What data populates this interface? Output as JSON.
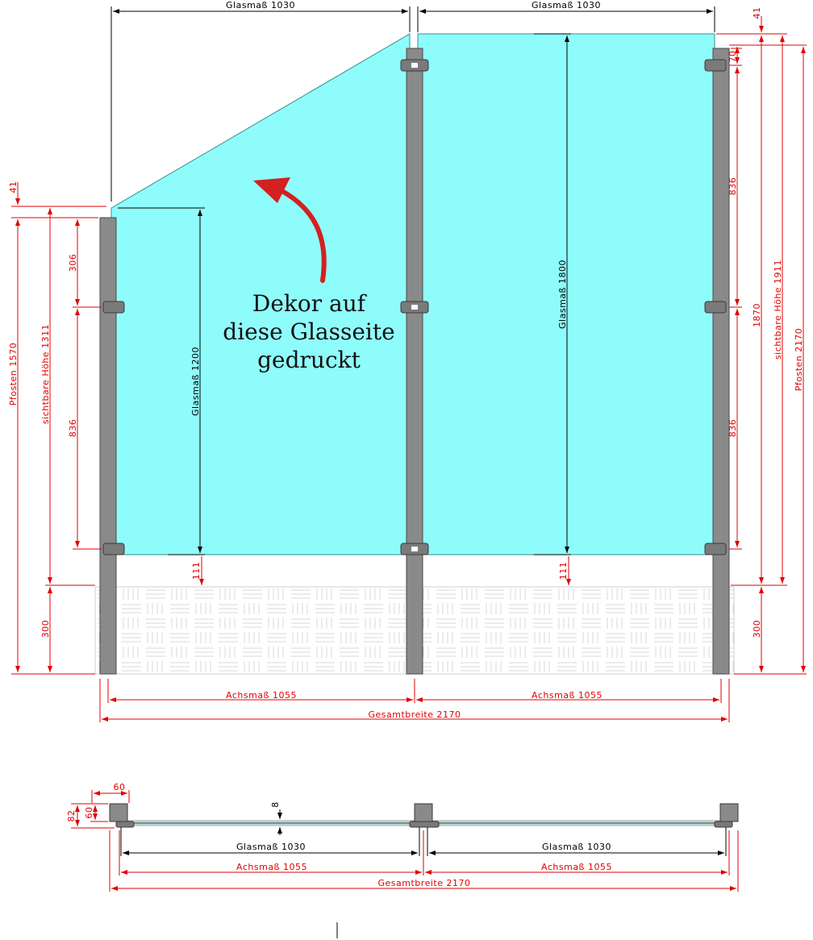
{
  "colors": {
    "glass": "#8ffcfc",
    "post": "#8a8a8a",
    "post_dark": "#5a5a5a",
    "dimension_red": "#e10000",
    "dimension_black": "#000000",
    "arrow": "#d42020"
  },
  "front_view": {
    "top_left_glass": "Glasmaß 1030",
    "top_right_glass": "Glasmaß 1030",
    "top_offset_right": "41",
    "top_offset_left": "41",
    "top_clip_right": "70",
    "glass_left_height": "Glasmaß 1200",
    "glass_right_height": "Glasmaß 1800",
    "left_clip_top": "306",
    "left_clip_span": "836",
    "right_clip_span_upper": "836",
    "right_clip_span_lower": "836",
    "gap_left": "111",
    "gap_right": "111",
    "post_left": "Pfosten 1570",
    "visible_left": "sichtbare Höhe 1311",
    "base_left": "300",
    "right_total": "1870",
    "visible_right": "sichtbare Höhe 1911",
    "post_right": "Pfosten 2170",
    "base_right": "300",
    "axis_left": "Achsmaß 1055",
    "axis_right": "Achsmaß 1055",
    "total_width": "Gesamtbreite 2170"
  },
  "note": {
    "line1": "Dekor auf",
    "line2": "diese Glasseite",
    "line3": "gedruckt"
  },
  "plan_view": {
    "post_width": "60",
    "post_depth": "60",
    "overall_depth": "82",
    "glass_thickness": "8",
    "glass_left": "Glasmaß 1030",
    "glass_right": "Glasmaß 1030",
    "axis_left": "Achsmaß 1055",
    "axis_right": "Achsmaß 1055",
    "total_width": "Gesamtbreite 2170"
  }
}
